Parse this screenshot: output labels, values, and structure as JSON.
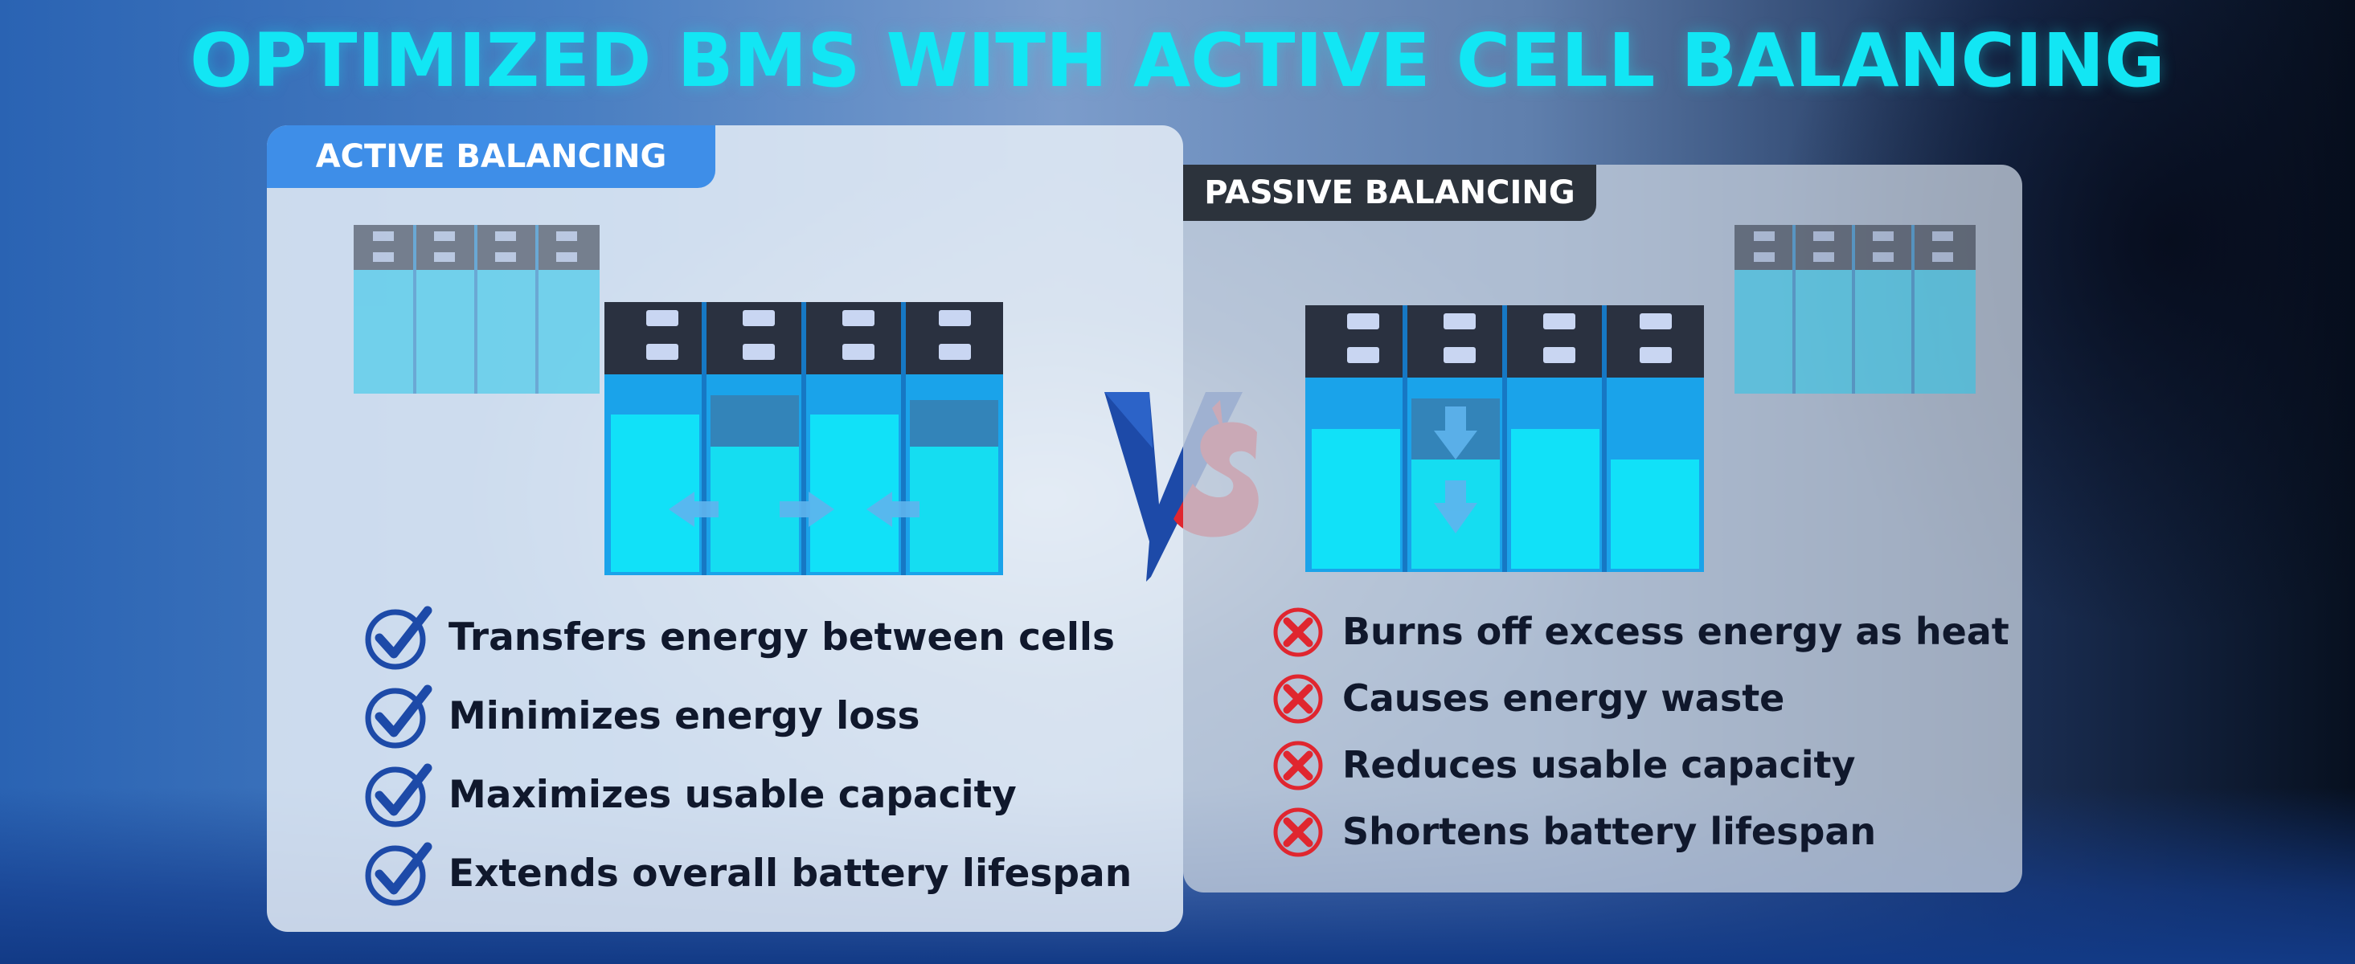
{
  "title": "OPTIMIZED BMS WITH ACTIVE CELL BALANCING",
  "vs_label": "VS",
  "active": {
    "tag": "ACTIVE BALANCING",
    "items": [
      "Transfers energy between cells",
      "Minimizes energy loss",
      "Maximizes usable capacity",
      "Extends overall battery lifespan"
    ]
  },
  "passive": {
    "tag": "PASSIVE BALANCING",
    "items": [
      "Burns off excess energy as heat",
      "Causes energy waste",
      "Reduces usable capacity",
      "Shortens battery lifespan"
    ]
  },
  "colors": {
    "title": "#12e6f4",
    "active_tag": "#3e8ee8",
    "passive_tag": "#2c333c",
    "check": "#1d4aa8",
    "cross": "#e0262f",
    "cell": "#1da7ec",
    "cell_fill": "#10ecfa"
  },
  "icons": {
    "positive": "check-circle-icon",
    "negative": "cross-circle-icon"
  }
}
